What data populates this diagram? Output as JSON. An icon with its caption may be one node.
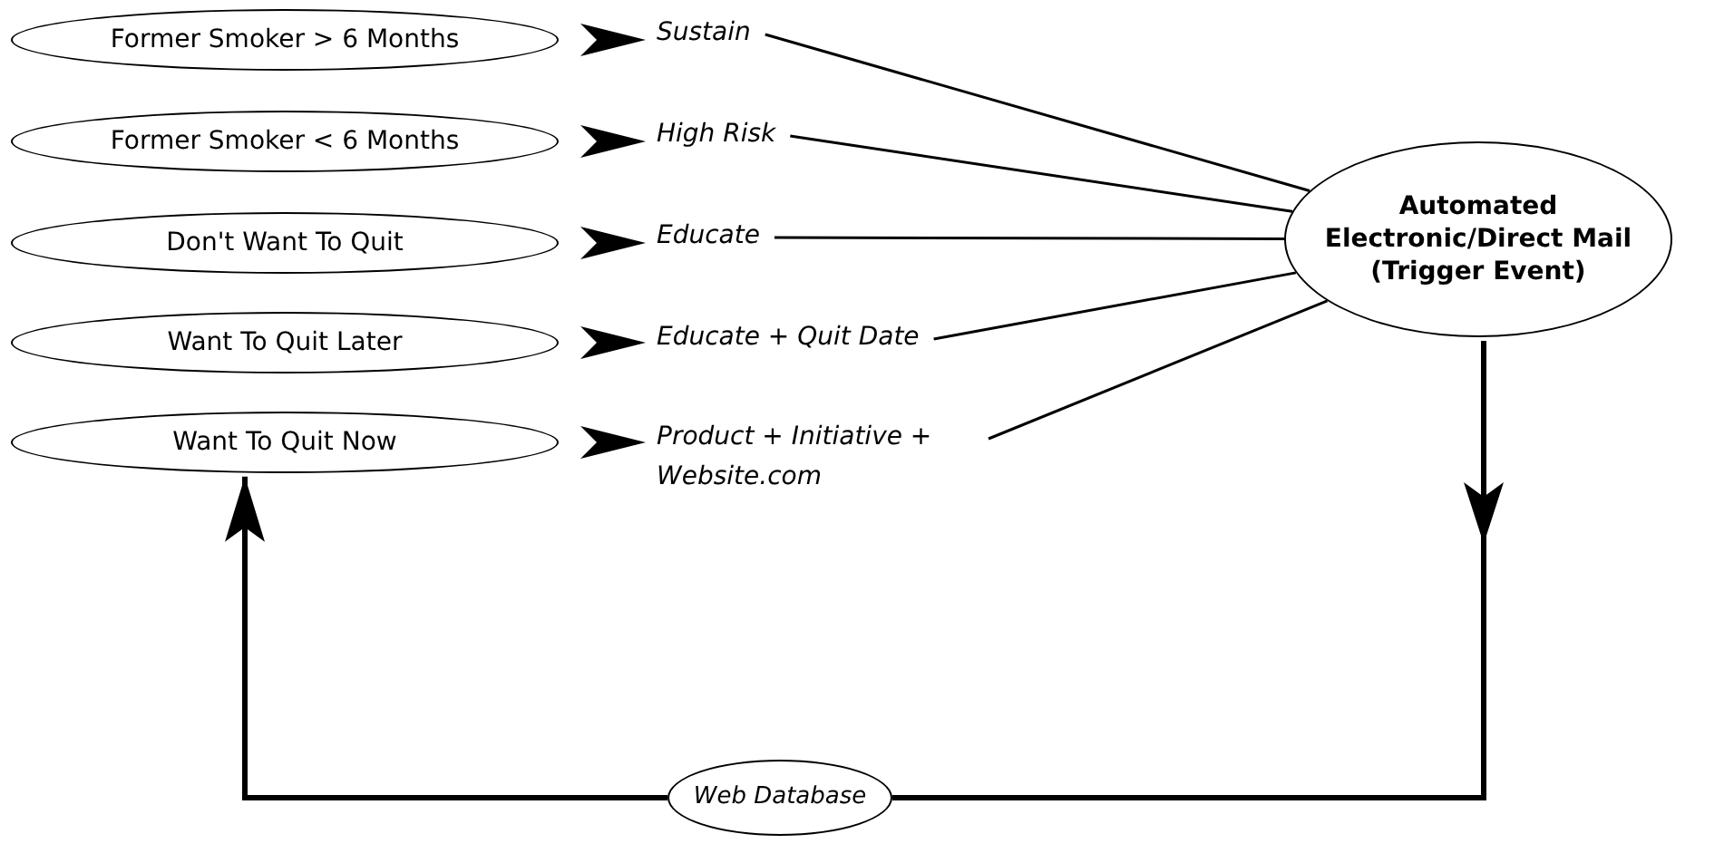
{
  "diagram": {
    "nodes": [
      {
        "text": [
          "Former Smoker > 6 Months"
        ]
      },
      {
        "text": [
          "Former Smoker < 6 Months"
        ]
      },
      {
        "text": [
          "Don't Want To Quit"
        ]
      },
      {
        "text": [
          "Want To Quit Later"
        ]
      },
      {
        "text": [
          "Want To Quit Now"
        ]
      },
      {
        "text": [
          "Sustain"
        ]
      },
      {
        "text": [
          "High Risk"
        ]
      },
      {
        "text": [
          "Educate"
        ]
      },
      {
        "text": [
          "Educate + Quit Date"
        ]
      },
      {
        "text": [
          "Product + Initiative + Website.com"
        ]
      },
      {
        "text": [
          "Automated Electronic/Direct Mail (Trigger Event)"
        ]
      },
      {
        "text": [
          "Web Database"
        ]
      }
    ],
    "edges": [
      {
        "from": 0,
        "to": 5,
        "arrow": "to"
      },
      {
        "from": 1,
        "to": 6,
        "arrow": "to"
      },
      {
        "from": 2,
        "to": 7,
        "arrow": "to"
      },
      {
        "from": 3,
        "to": 8,
        "arrow": "to"
      },
      {
        "from": 4,
        "to": 9,
        "arrow": "to"
      },
      {
        "from": 5,
        "to": 10,
        "arrow": "none"
      },
      {
        "from": 6,
        "to": 10,
        "arrow": "none"
      },
      {
        "from": 7,
        "to": 10,
        "arrow": "none"
      },
      {
        "from": 8,
        "to": 10,
        "arrow": "none"
      },
      {
        "from": 9,
        "to": 10,
        "arrow": "none"
      },
      {
        "from": 11,
        "to": 4,
        "arrow": "to",
        "style": "thick"
      },
      {
        "from": 10,
        "to": 11,
        "arrow": "to",
        "style": "thick"
      }
    ]
  }
}
